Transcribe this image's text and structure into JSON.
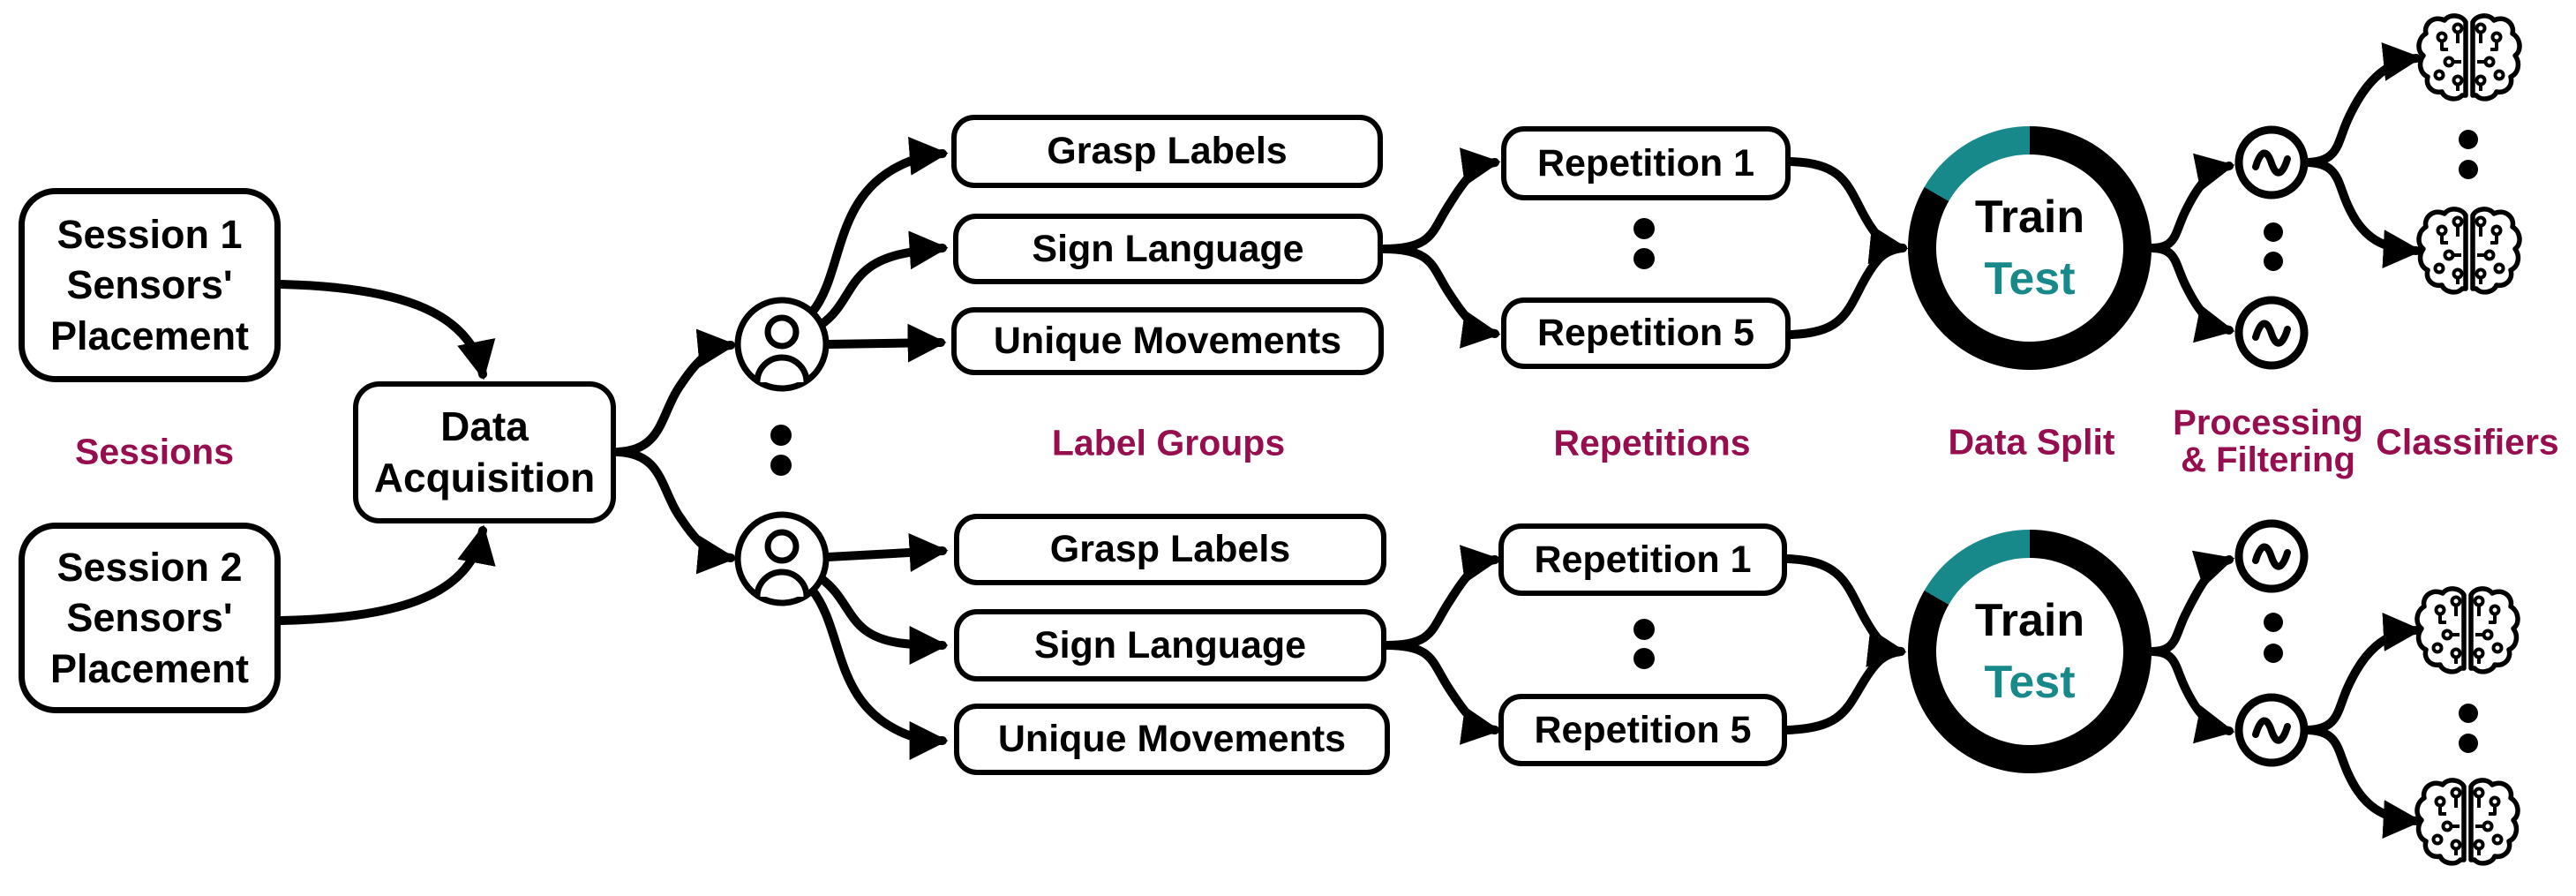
{
  "diagram": {
    "stage_labels": {
      "sessions": "Sessions",
      "label_groups": "Label Groups",
      "repetitions": "Repetitions",
      "data_split": "Data Split",
      "processing_line1": "Processing",
      "processing_line2": "& Filtering",
      "classifiers": "Classifiers"
    },
    "session1": {
      "line1": "Session 1",
      "line2": "Sensors'",
      "line3": "Placement"
    },
    "session2": {
      "line1": "Session 2",
      "line2": "Sensors'",
      "line3": "Placement"
    },
    "data_acquisition": {
      "line1": "Data",
      "line2": "Acquisition"
    },
    "label_group_boxes": {
      "grasp": "Grasp Labels",
      "sign": "Sign Language",
      "unique": "Unique Movements"
    },
    "repetition_boxes": {
      "first": "Repetition 1",
      "last": "Repetition 5"
    },
    "data_split_ring": {
      "train": "Train",
      "test": "Test"
    },
    "colors": {
      "stage_label_accent": "#970E4F",
      "test_teal": "#17898A",
      "line_black": "#000000"
    },
    "icons": {
      "user": "user-icon",
      "processing": "signal-wave-icon",
      "classifier": "ai-brain-icon",
      "ellipsis": "vertical-ellipsis-dots"
    }
  }
}
